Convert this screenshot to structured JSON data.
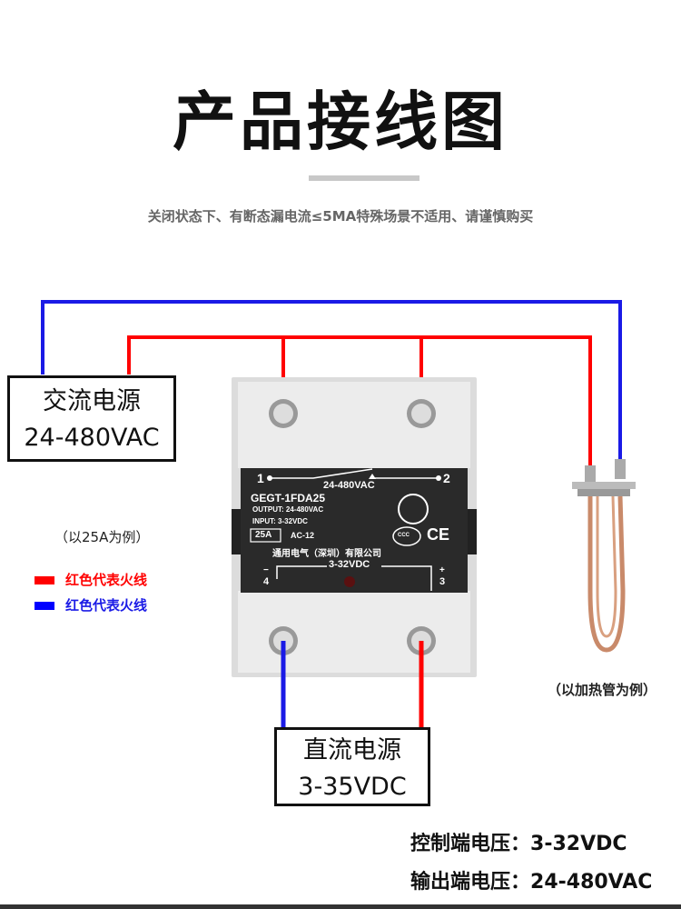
{
  "title": "产品接线图",
  "subtitle": "关闭状态下、有断态漏电流≤5MA特殊场景不适用、请谨慎购买",
  "ac_source": {
    "name": "交流电源",
    "voltage": "24-480VAC"
  },
  "dc_source": {
    "name": "直流电源",
    "voltage": "3-35VDC"
  },
  "relay": {
    "terminal_1": "1",
    "terminal_2": "2",
    "terminal_3": "3",
    "terminal_4": "4",
    "ac_label": "24-480VAC",
    "model": "GEGT-1FDA25",
    "output": "OUTPUT: 24-480VAC",
    "input": "INPUT: 3-32VDC",
    "rating": "25A",
    "category": "AC-12",
    "maker": "通用电气（深圳）有限公司",
    "dc_label": "3-32VDC",
    "minus": "−",
    "plus": "+",
    "ce": "CE",
    "ccc": "CCC"
  },
  "note": "（以25A为例）",
  "legend": [
    {
      "label": "红色代表火线",
      "color": "#ff0000"
    },
    {
      "label": "红色代表火线",
      "color": "#0000ff"
    }
  ],
  "heater_note": "（以加热管为例）",
  "specs": [
    {
      "label": "控制端电压：",
      "value": "3-32VDC"
    },
    {
      "label": "输出端电压：",
      "value": "24-480VAC"
    }
  ],
  "colors": {
    "red": "#ff0000",
    "blue": "#1a1ae6",
    "copper": "#c98a6a"
  }
}
